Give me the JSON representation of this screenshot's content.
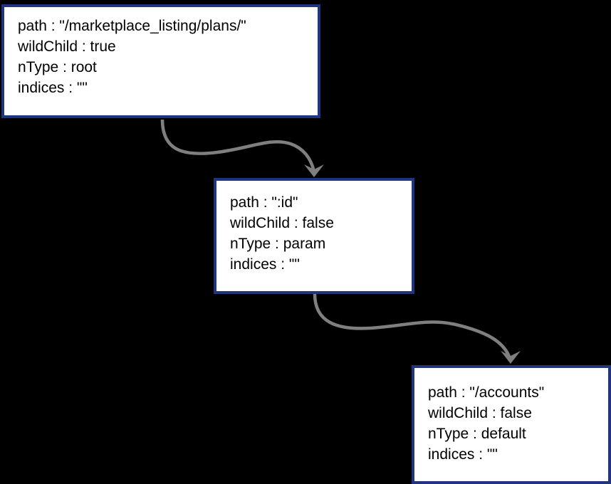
{
  "diagram": {
    "type": "tree",
    "description": "Router radix-tree node diagram with three nodes linked by curved arrows",
    "colors": {
      "background": "#000000",
      "node_border": "#21357e",
      "node_fill": "#ffffff",
      "edge_arrow": "#7f7f7f",
      "text": "#000000"
    },
    "nodes": [
      {
        "id": "root",
        "lines": [
          "path : \"/marketplace_listing/plans/\"",
          "wildChild : true",
          "nType : root",
          "indices : \"\""
        ]
      },
      {
        "id": "param",
        "lines": [
          "path : \":id\"",
          "wildChild : false",
          "nType : param",
          "indices : \"\""
        ]
      },
      {
        "id": "default",
        "lines": [
          "path : \"/accounts\"",
          "wildChild : false",
          "nType : default",
          "indices : \"\""
        ]
      }
    ],
    "edges": [
      {
        "from": "root",
        "to": "param"
      },
      {
        "from": "param",
        "to": "default"
      }
    ]
  }
}
